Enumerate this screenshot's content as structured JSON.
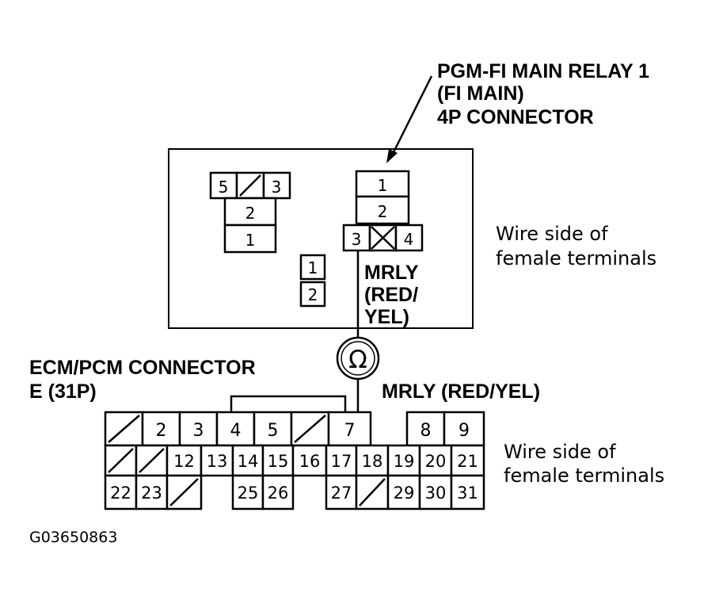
{
  "relay_label": [
    "PGM-FI MAIN RELAY 1",
    "(FI MAIN)",
    "4P CONNECTOR"
  ],
  "relay_side_note": [
    "Wire side of",
    "female terminals"
  ],
  "relay_wire_label": [
    "MRLY",
    "(RED/",
    "YEL)"
  ],
  "ecm_label": [
    "ECM/PCM CONNECTOR",
    "E (31P)"
  ],
  "ecm_wire_label": "MRLY (RED/YEL)",
  "ecm_side_note": [
    "Wire side of",
    "female terminals"
  ],
  "figure_id": "G03650863",
  "ohm_symbol": "Ω",
  "connector_a": {
    "top": [
      "5",
      "",
      "3"
    ],
    "mid": "2",
    "bottom": "1"
  },
  "connector_b": [
    "1",
    "2"
  ],
  "relay_connector": {
    "rows": [
      "1",
      "2"
    ],
    "bottom": [
      "3",
      "",
      "4"
    ]
  },
  "ecm_connector": {
    "row1": [
      "",
      "2",
      "3",
      "4",
      "5",
      "",
      "7",
      "8",
      "9"
    ],
    "row2": [
      "",
      "",
      "12",
      "13",
      "14",
      "15",
      "16",
      "17",
      "18",
      "19",
      "20",
      "21"
    ],
    "row3": [
      "22",
      "23",
      "",
      "25",
      "26",
      "27",
      "",
      "29",
      "30",
      "31"
    ]
  }
}
